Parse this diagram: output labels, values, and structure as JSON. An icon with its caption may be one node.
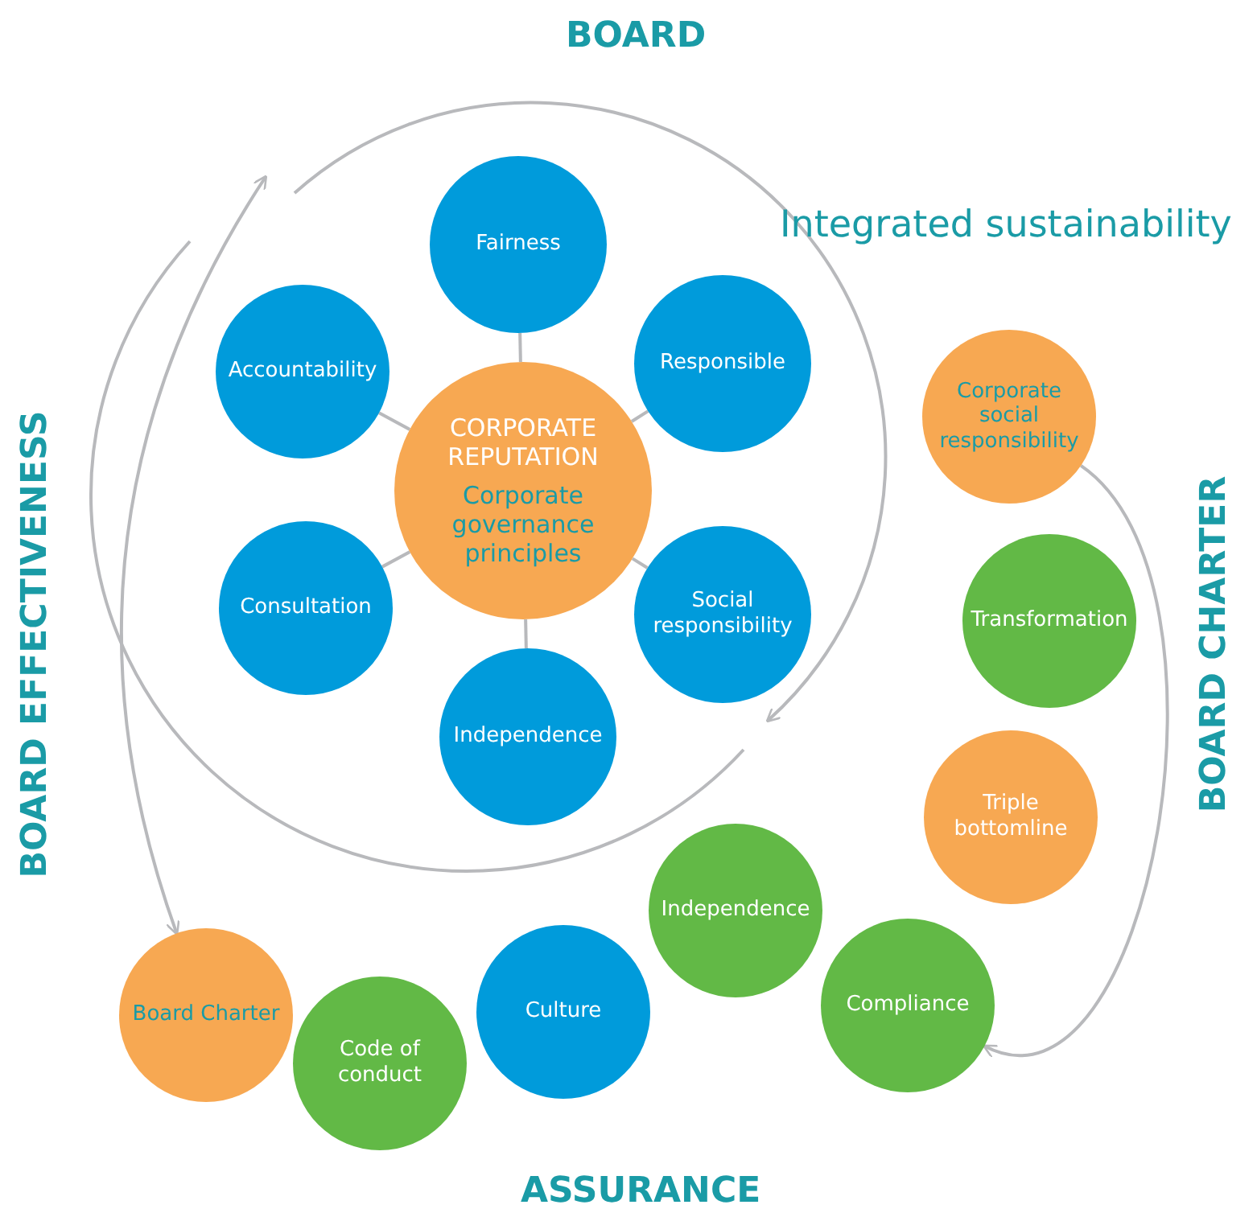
{
  "diagram": {
    "nodes": [
      {
        "text": [
          "CORPORATE REPUTATION",
          "Corporate governance principles"
        ]
      },
      {
        "text": [
          "Fairness"
        ]
      },
      {
        "text": [
          "Responsible"
        ]
      },
      {
        "text": [
          "Social responsibility"
        ]
      },
      {
        "text": [
          "Independence"
        ]
      },
      {
        "text": [
          "Consultation"
        ]
      },
      {
        "text": [
          "Accountability"
        ]
      },
      {
        "text": [
          "Corporate social responsibility"
        ]
      },
      {
        "text": [
          "Transformation"
        ]
      },
      {
        "text": [
          "Triple bottomline"
        ]
      },
      {
        "text": [
          "Compliance"
        ]
      },
      {
        "text": [
          "Independence"
        ]
      },
      {
        "text": [
          "Culture"
        ]
      },
      {
        "text": [
          "Code of conduct"
        ]
      },
      {
        "text": [
          "Board Charter"
        ]
      }
    ],
    "edges": [
      {
        "from": 0,
        "to": 1,
        "arrow": "none"
      },
      {
        "from": 0,
        "to": 2,
        "arrow": "none"
      },
      {
        "from": 0,
        "to": 3,
        "arrow": "none"
      },
      {
        "from": 0,
        "to": 4,
        "arrow": "none"
      },
      {
        "from": 0,
        "to": 5,
        "arrow": "none"
      },
      {
        "from": 0,
        "to": 6,
        "arrow": "none"
      },
      {
        "from": null,
        "to": 14,
        "arrow": "both"
      },
      {
        "from": 7,
        "to": 10,
        "arrow": "to"
      }
    ],
    "labels": [
      "BOARD",
      "Integrated sustainability",
      "BOARD EFFECTIVENESS",
      "BOARD CHARTER",
      "ASSURANCE"
    ]
  }
}
